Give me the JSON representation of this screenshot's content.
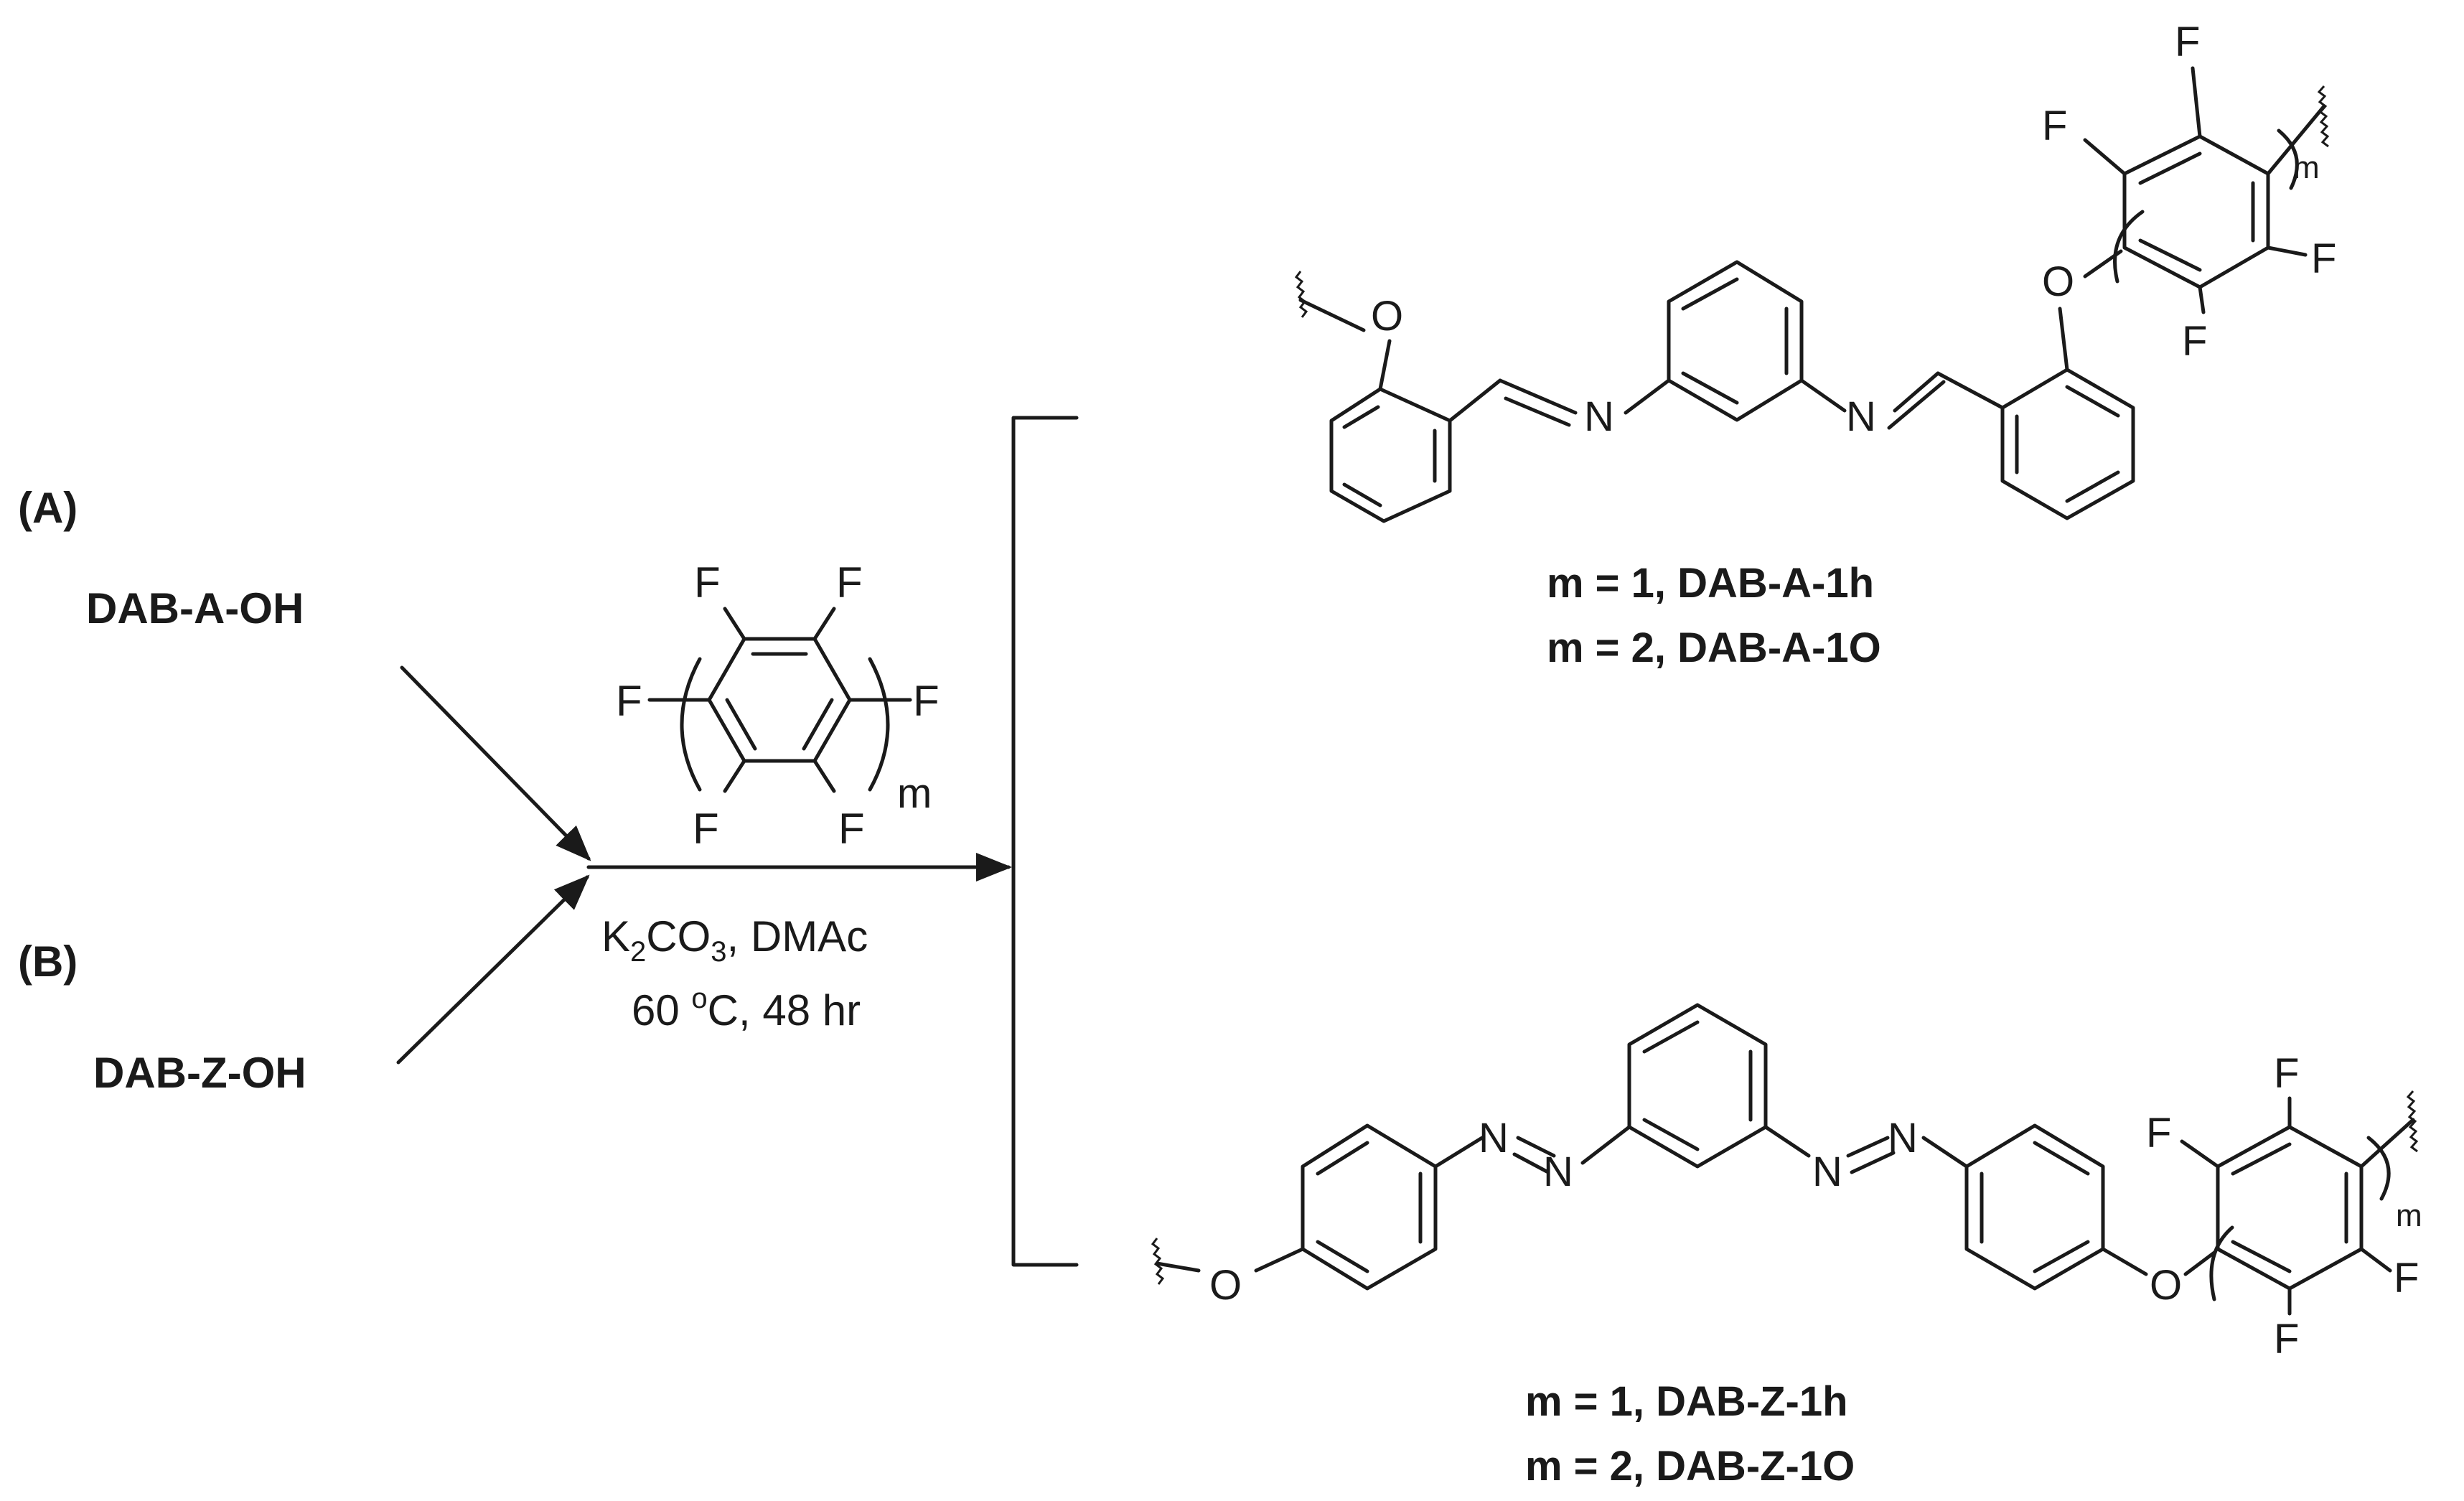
{
  "reactants": {
    "a_tag": "(A)",
    "a_name": "DAB-A-OH",
    "b_tag": "(B)",
    "b_name": "DAB-Z-OH"
  },
  "reagent": {
    "atom_f": "F",
    "repeat": "m",
    "base_k": "K",
    "base_sub2": "2",
    "base_co": "CO",
    "base_sub3": "3",
    "solvent": ", DMAc",
    "temp": "60 ",
    "degree": "o",
    "time": "C, 48 hr"
  },
  "product_a": {
    "atom_o": "O",
    "atom_n": "N",
    "atom_f": "F",
    "repeat": "m",
    "line1": "m = 1, DAB-A-1h",
    "line2": "m = 2, DAB-A-1O"
  },
  "product_z": {
    "atom_o": "O",
    "atom_n": "N",
    "atom_f": "F",
    "repeat": "m",
    "line1": "m = 1, DAB-Z-1h",
    "line2": "m = 2, DAB-Z-1O"
  },
  "colors": {
    "ink": "#1a1a1a",
    "background": "#ffffff"
  }
}
